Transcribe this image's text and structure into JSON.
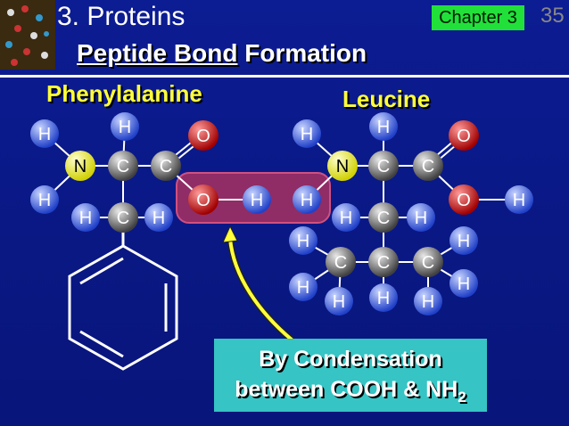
{
  "slide": {
    "title": "3.  Proteins",
    "subtitle_part1": "Peptide Bond",
    "subtitle_part2": " Formation",
    "chapter": "Chapter 3",
    "page_number": "35"
  },
  "molecules": {
    "left_name": "Phenylalanine",
    "right_name": "Leucine"
  },
  "caption": {
    "line1": "By Condensation",
    "line2_text": "between COOH & NH",
    "line2_sub": "2"
  },
  "atoms": {
    "H": "H",
    "C": "C",
    "N": "N",
    "O": "O"
  },
  "colors": {
    "background": "#0a1a8c",
    "hydrogen": "#5a78f0",
    "carbon": "#8c8c8c",
    "nitrogen": "#ffff3a",
    "oxygen": "#e02020",
    "highlight": "#a83060",
    "arrow": "#ffff3a",
    "chapter_badge": "#22e03a",
    "caption_box": "#36c4c4"
  }
}
